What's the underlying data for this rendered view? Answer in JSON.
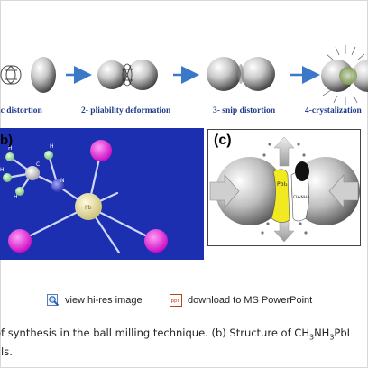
{
  "figure": {
    "stages": [
      {
        "label": "ic distortion"
      },
      {
        "label": "2- pliability deformation"
      },
      {
        "label": "3- snip distortion"
      },
      {
        "label": "4-crystalization"
      }
    ],
    "panel_b": {
      "tag": "b)",
      "atom_labels": {
        "h1": "H",
        "h2": "H",
        "h3": "H",
        "h4": "H",
        "c": "C",
        "n": "N",
        "pb": "Pb"
      }
    },
    "panel_c": {
      "tag": "(c)",
      "label_pb": "PbI₂",
      "label_ma": "CH₃NH₃I"
    }
  },
  "links": {
    "view_label": "view hi-res image",
    "ppt_label": "download to MS PowerPoint",
    "ppt_icon_text": "ppt"
  },
  "caption": {
    "line1_text": "of synthesis in the ball milling technique. (b) Structure of CH",
    "line1_sub1": "3",
    "line1_mid": "NH",
    "line1_sub2": "3",
    "line1_tail": "PbI",
    "line2": "als."
  },
  "icons": [
    "magnifier-icon",
    "ppt-file-icon",
    "arrow-right-icon"
  ],
  "colors": {
    "stage_label": "#1f3b8a",
    "panel_b_bg": "#1c2fb0",
    "pb_atom": "#e8e0a0",
    "iodine_atom": "#e010d8",
    "arrow_blue": "#3a78c8"
  }
}
